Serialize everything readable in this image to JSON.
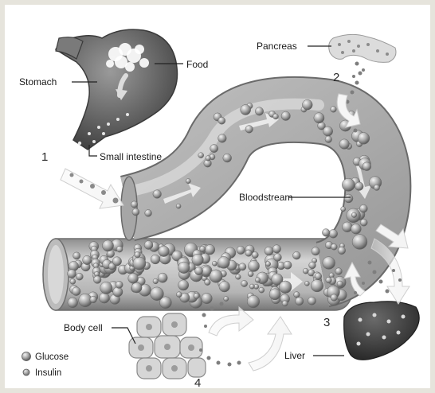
{
  "labels": {
    "stomach": "Stomach",
    "food": "Food",
    "small_intestine": "Small intestine",
    "pancreas": "Pancreas",
    "bloodstream": "Bloodstream",
    "body_cell": "Body cell",
    "liver": "Liver"
  },
  "steps": {
    "one": "1",
    "two": "2",
    "three": "3",
    "four": "4"
  },
  "legend": {
    "glucose": "Glucose",
    "insulin": "Insulin"
  },
  "icons": {
    "glucose": "large-sphere-icon",
    "insulin": "small-sphere-icon"
  }
}
